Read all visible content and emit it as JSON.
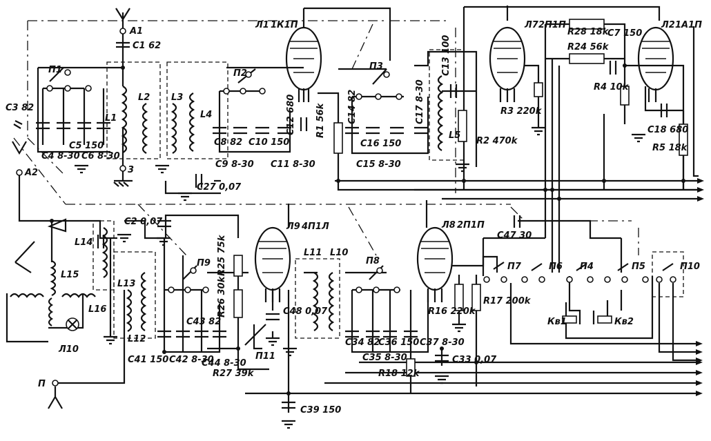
{
  "tubes": [
    {
      "ref": "Л1",
      "type": "1К1П"
    },
    {
      "ref": "Л2",
      "type": "1А1П"
    },
    {
      "ref": "Л7",
      "type": "2П1П"
    },
    {
      "ref": "Л8",
      "type": "2П1П"
    },
    {
      "ref": "Л9",
      "type": "4П1Л"
    }
  ],
  "labels": {
    "A1": "A1",
    "A2": "A2",
    "C1": "C1 62",
    "C3": "C3 82",
    "C2": "C2 0,07",
    "P1": "П1",
    "P2": "П2",
    "P3": "П3",
    "P4": "П4",
    "P5": "П5",
    "P6": "П6",
    "P7": "П7",
    "P8": "П8",
    "P9": "П9",
    "P10": "П10",
    "P11": "П11",
    "L1": "L1",
    "L2": "L2",
    "L3": "L3",
    "L4": "L4",
    "L5": "L5",
    "L10": "L10",
    "L11": "L11",
    "L12": "L12",
    "L13": "L13",
    "L14": "L14",
    "L15": "L15",
    "L16": "L16",
    "C4": "C4 8-30",
    "C5": "C5 150",
    "C6": "C6 8-30",
    "C8": "C8 82",
    "C9": "C9 8-30",
    "C10": "C10 150",
    "C11": "C11 8-30",
    "C12": "C12 680",
    "R1": "R1 56k",
    "C27": "C27 0,07",
    "term3": "3",
    "C14": "C14 82",
    "C16": "C16 150",
    "C15": "C15 8-30",
    "C17": "C17 8-30",
    "C13": "C13 100",
    "R2": "R2 470k",
    "R28": "R28 18k",
    "R24": "R24 56k",
    "C7": "C7 150",
    "R3": "R3 220k",
    "R4": "R4 10k",
    "C18": "C18 680",
    "R5": "R5 18k",
    "C47": "C47 30",
    "R25": "R25 75k",
    "R26": "R26 30k",
    "C48": "C48 0,07",
    "R27": "R27 39k",
    "C41": "C41 150",
    "C42": "C42 8-30",
    "C43": "C43 82",
    "C44": "C44 8-30",
    "C34": "C34 82",
    "C35": "C35 8-30",
    "C36": "C36 150",
    "C37": "C37 8-30",
    "R16": "R16 220k",
    "R17": "R17 200k",
    "R18": "R18 12k",
    "C33": "C33 0,07",
    "C39": "C39 150",
    "Kv1": "Кв1",
    "Kv2": "Кв2",
    "L10lamp": "Л10",
    "P": "П"
  }
}
